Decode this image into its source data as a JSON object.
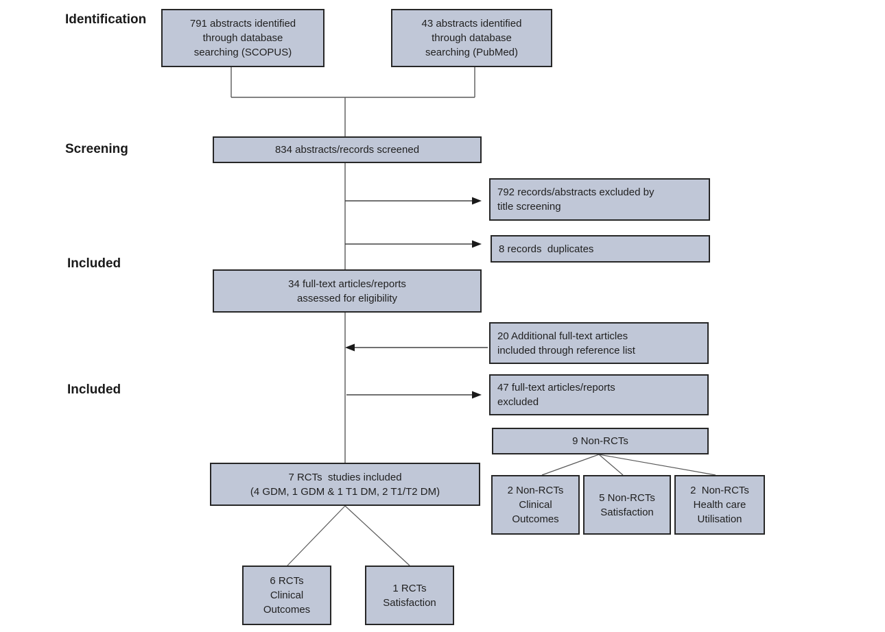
{
  "colors": {
    "box_fill": "#c0c7d7",
    "box_border": "#262626",
    "connector_line": "#595959",
    "arrow_head": "#1a1a1a",
    "text": "#1f1f1f"
  },
  "stage_labels": [
    "Identification",
    "Screening",
    "Included",
    "Included"
  ],
  "boxes": {
    "scopus": "791 abstracts identified\nthrough database\nsearching (SCOPUS)",
    "pubmed": "43 abstracts identified\nthrough database\nsearching (PubMed)",
    "screened": "834 abstracts/records screened",
    "excluded_by_title": "792 records/abstracts excluded by\ntitle screening",
    "duplicates": "8 records  duplicates",
    "fulltext_assessed": "34 full-text articles/reports\nassessed for eligibility",
    "additional_fulltext": "20 Additional full-text articles\nincluded through reference list",
    "fulltext_excluded": "47 full-text articles/reports\nexcluded",
    "non_rcts": "9 Non-RCTs",
    "rcts_included": "7 RCTs  studies included\n(4 GDM, 1 GDM & 1 T1 DM, 2 T1/T2 DM)",
    "non_rct_clinical": "2 Non-RCTs\nClinical\nOutcomes",
    "non_rct_satisfaction": "5 Non-RCTs\nSatisfaction",
    "non_rct_health": "2  Non-RCTs\nHealth care\nUtilisation",
    "rct_clinical": "6 RCTs\nClinical\nOutcomes",
    "rct_satisfaction": "1 RCTs\nSatisfaction"
  }
}
